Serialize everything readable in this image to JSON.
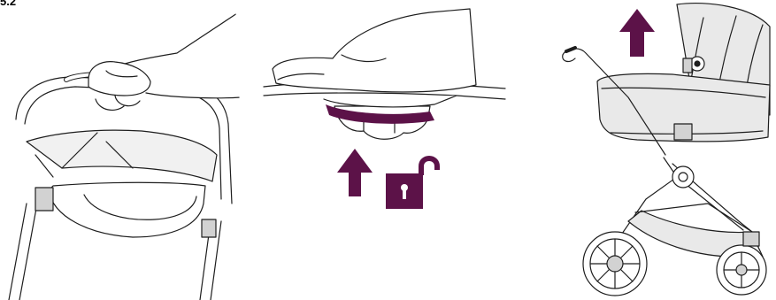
{
  "step_label": "5.2",
  "colors": {
    "accent": "#5c1248",
    "line": "#1e1e1e",
    "fill_light": "#e9e9e9",
    "fill_mid": "#d2d2d2",
    "background": "#ffffff"
  },
  "icons": {
    "up_arrow": "up-arrow-icon",
    "unlock": "unlocked-padlock-icon"
  },
  "panels": [
    {
      "name": "carrycot-handle-grip"
    },
    {
      "name": "handle-release-button"
    },
    {
      "name": "carrycot-lift-off"
    }
  ]
}
